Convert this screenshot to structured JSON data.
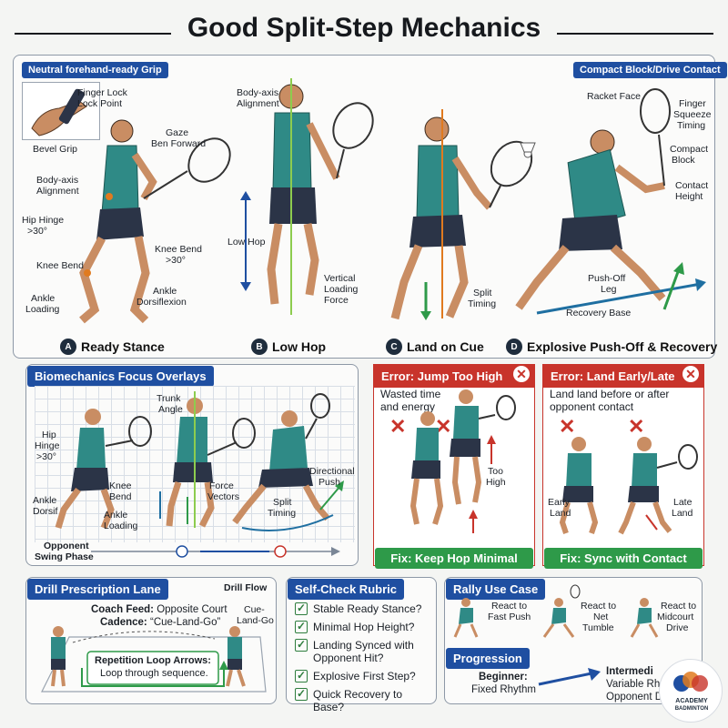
{
  "title": "Good Split-Step Mechanics",
  "top": {
    "grip_tag": "Neutral forehand-ready Grip",
    "contact_tag": "Compact Block/Drive Contact",
    "labels": {
      "finger_lock": "Finger Lock",
      "lock_point": "Lock Point",
      "bevel_grip": "Bevel Grip",
      "gaze": "Gaze",
      "ben_forward": "Ben Forward",
      "body_axis_a": "Body-axis",
      "alignment_a": "Alignment",
      "hip_hinge": "Hip Hinge",
      "hip_angle": ">30°",
      "knee_bend_a": "Knee Bend",
      "knee_bend_b": "Knee Bend",
      "knee_angle": ">30°",
      "ankle": "Ankle",
      "loading": "Loading",
      "ankle_b": "Ankle",
      "dorsiflexion": "Dorsiflexion",
      "body_axis_b": "Body-axis",
      "alignment_b": "Alignment",
      "low_hop": "Low Hop",
      "vertical": "Vertical",
      "loading_b": "Loading",
      "force": "Force",
      "split": "Split",
      "timing": "Timing",
      "racket_face": "Racket Face",
      "finger": "Finger",
      "squeeze": "Squeeze",
      "timing_b": "Timing",
      "compact": "Compact",
      "block": "Block",
      "contact": "Contact",
      "height": "Height",
      "push_off": "Push-Off",
      "leg": "Leg",
      "recovery_base": "Recovery Base"
    },
    "captions": [
      {
        "badge": "A",
        "text": "Ready Stance"
      },
      {
        "badge": "B",
        "text": "Low Hop"
      },
      {
        "badge": "C",
        "text": "Land on Cue"
      },
      {
        "badge": "D",
        "text": "Explosive Push-Off & Recovery"
      }
    ]
  },
  "overlays": {
    "header": "Biomechanics Focus Overlays",
    "labels": {
      "hip": "Hip",
      "hinge": "Hinge",
      "angle": ">30°",
      "trunk": "Trunk",
      "trunk_angle": "Angle",
      "knee": "Knee",
      "bend": "Bend",
      "ankle": "Ankle",
      "dorsif": "Dorsif",
      "ankle2": "Ankle",
      "loading": "Loading",
      "force": "Force",
      "vectors": "Vectors",
      "split": "Split",
      "timing": "Timing",
      "directional": "Directional",
      "push": "Push",
      "opponent": "Opponent",
      "swing_phase": "Swing Phase"
    }
  },
  "errors": [
    {
      "header": "Error: Jump Too High",
      "line1": "Wasted time",
      "line2": "and energy",
      "note1": "Too",
      "note2": "High",
      "fix": "Fix: Keep Hop Minimal"
    },
    {
      "header": "Error: Land Early/Late",
      "line1": "Land land before or after",
      "line2": "opponent contact",
      "note_a1": "Early",
      "note_a2": "Land",
      "note_b1": "Late",
      "note_b2": "Land",
      "fix": "Fix: Sync with Contact"
    }
  ],
  "drill": {
    "header": "Drill Prescription Lane",
    "flow": "Drill Flow",
    "coach_feed_label": "Coach Feed:",
    "coach_feed_value": "Opposite Court",
    "cadence_label": "Cadence:",
    "cadence_value": "“Cue-Land-Go”",
    "cue1": "Cue-",
    "cue2": "Land-Go",
    "loop_title": "Repetition Loop Arrows:",
    "loop_desc": "Loop through sequence."
  },
  "rubric": {
    "header": "Self-Check Rubric",
    "items": [
      "Stable Ready Stance?",
      "Minimal Hop Height?",
      "Landing Synced with Opponent Hit?",
      "Explosive First Step?",
      "Quick Recovery to Base?"
    ]
  },
  "rally": {
    "header": "Rally Use Case",
    "items": [
      {
        "l1": "React to",
        "l2": "Fast Push"
      },
      {
        "l1": "React to",
        "l2": "Net",
        "l3": "Tumble"
      },
      {
        "l1": "React to",
        "l2": "Midcourt",
        "l3": "Drive"
      }
    ],
    "progression_header": "Progression",
    "beginner_label": "Beginner:",
    "beginner_value": "Fixed Rhythm",
    "intermediate_label": "Intermedi",
    "intermediate_l2": "Variable Rh",
    "intermediate_l3": "Opponent D"
  },
  "logo": {
    "l1": "ACADEMY",
    "l2": "BADMINTON"
  },
  "colors": {
    "blue": "#1f4fa1",
    "red": "#c8342b",
    "green": "#2e9a49",
    "teal_shirt": "#2f8a86",
    "shorts": "#2b3447",
    "skin": "#c98d63",
    "accent_orange": "#e07a1f"
  }
}
